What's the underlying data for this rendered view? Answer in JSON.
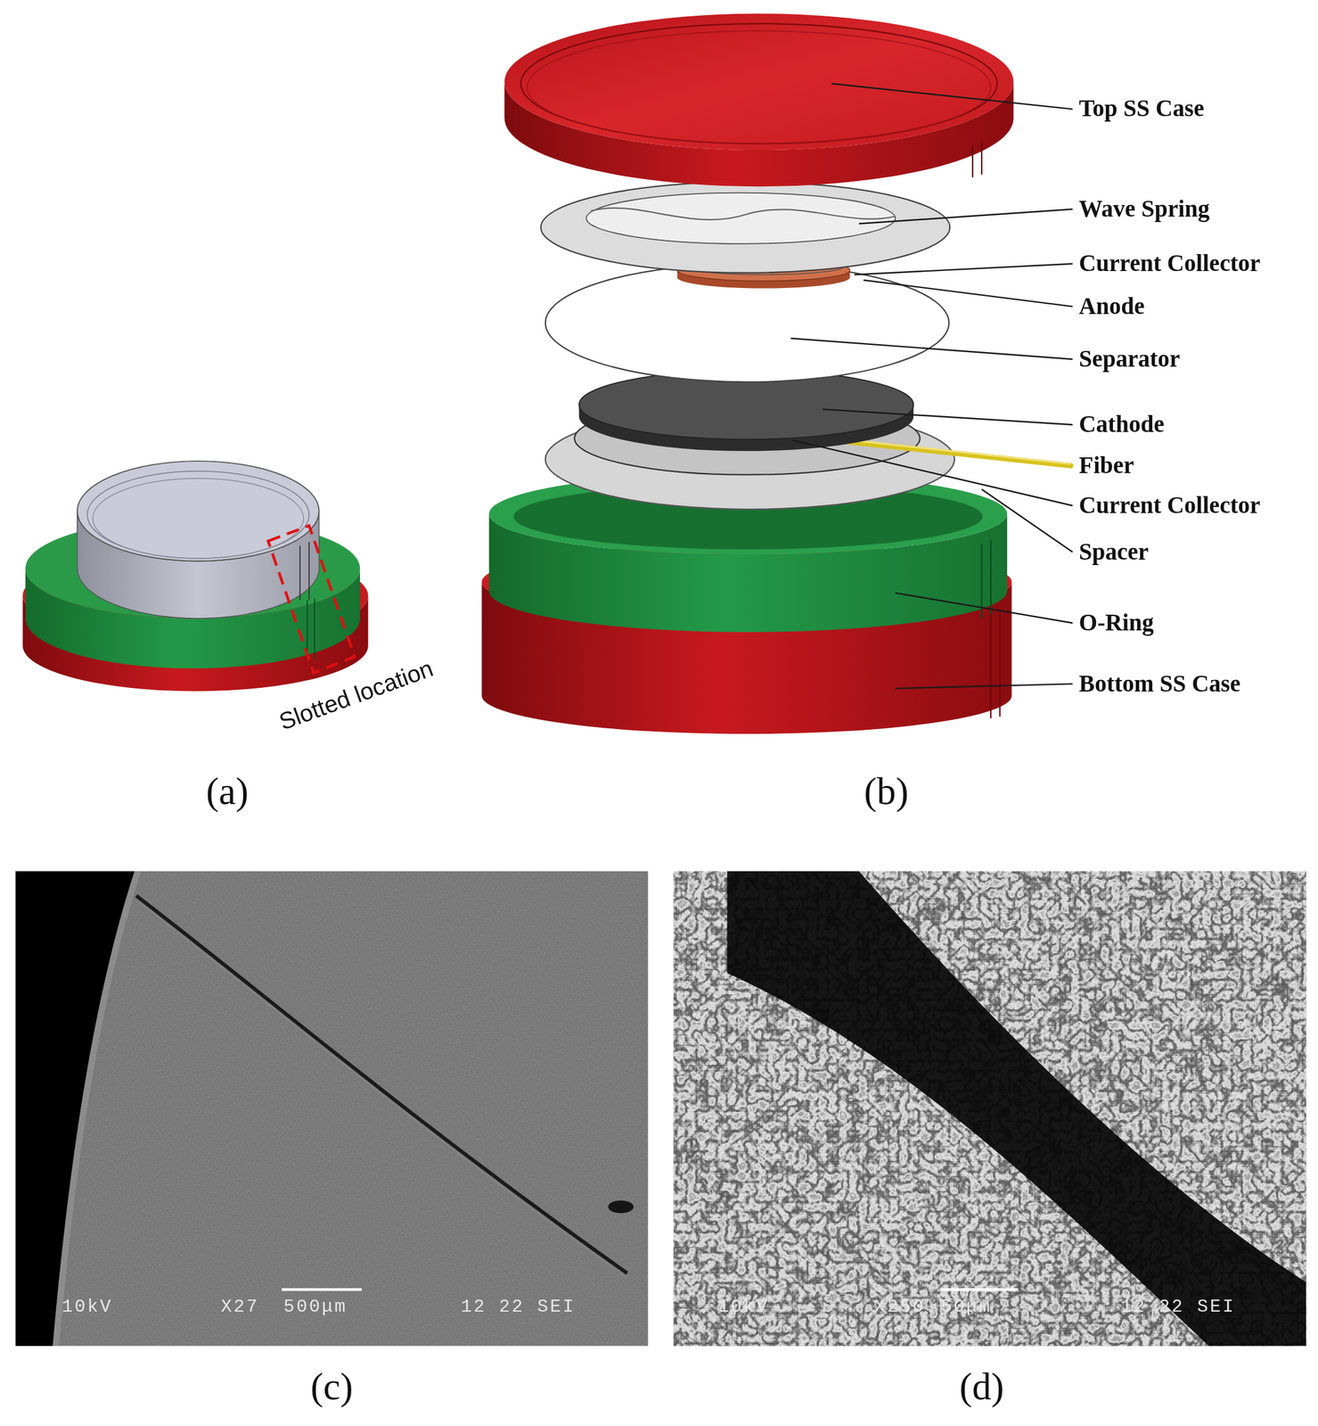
{
  "diagram": {
    "labels": [
      "Slotted location",
      "Top SS Case",
      "Wave Spring",
      "Current Collector",
      "Anode",
      "Separator",
      "Cathode",
      "Fiber",
      "Current Collector",
      "Spacer",
      "O-Ring",
      "Bottom SS Case",
      "(a)",
      "(b)",
      "10kV",
      "X27",
      "500μm",
      "12 22 SEI",
      "10kV",
      "X250",
      "50μm",
      "12 22 SEI",
      "(c)",
      "(d)"
    ]
  }
}
